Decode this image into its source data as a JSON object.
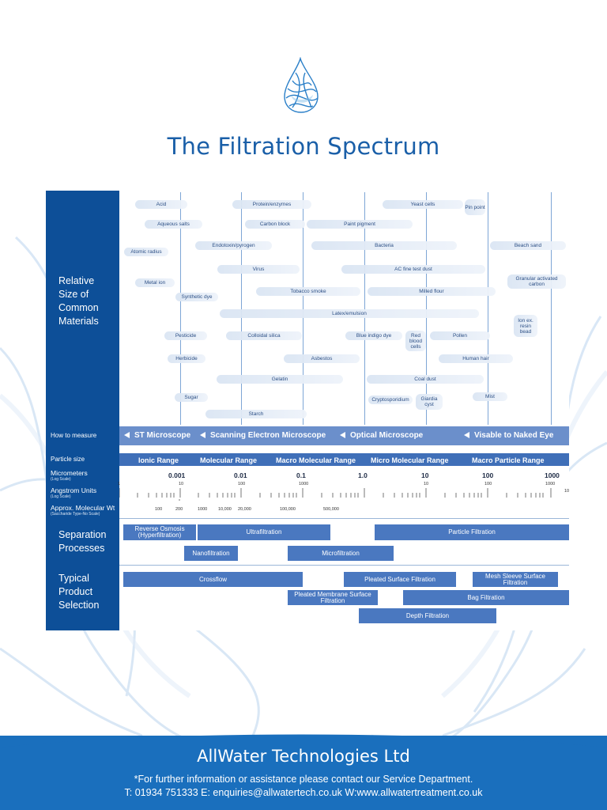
{
  "title": "The Filtration Spectrum",
  "sidebar": {
    "relative_size": [
      "Relative",
      "Size of",
      "Common",
      "Materials"
    ],
    "how_to_measure": "How to measure",
    "particle_size": "Particle size",
    "micrometers": "Micrometers",
    "micrometers_sub": "(Log Scale)",
    "angstrom": "Angstrom Units",
    "angstrom_sub": "(Log Scale)",
    "mol_wt": "Approx. Molecular Wt",
    "mol_wt_sub": "(Saccharide Type-No Scale)",
    "separation": [
      "Separation",
      "Processes"
    ],
    "typical": [
      "Typical",
      "Product",
      "Selection"
    ]
  },
  "materials": [
    "Acid",
    "Protein/enzymes",
    "Yeast cells",
    "Pin point",
    "Aqueous salts",
    "Carbon block",
    "Paint pigment",
    "Endotoxin/pyrogen",
    "Bacteria",
    "Beach sand",
    "Atomic radius",
    "Virus",
    "AC fine test dust",
    "Metal ion",
    "Granular activated carbon",
    "Tobacco smoke",
    "Milled flour",
    "Synthetic dye",
    "Latex/emulsion",
    "Ion ex. resin bead",
    "Pesticide",
    "Colloidal silica",
    "Blue indigo dye",
    "Red blood cells",
    "Pollen",
    "Herbicide",
    "Asbestos",
    "Human hair",
    "Gelatin",
    "Coal dust",
    "Sugar",
    "Cryptosporidium",
    "Giardia cyst",
    "Mist",
    "Starch"
  ],
  "measure": [
    "ST Microscope",
    "Scanning Electron Microscope",
    "Optical Microscope",
    "Visable to Naked Eye"
  ],
  "ranges": [
    "Ionic Range",
    "Molecular Range",
    "Macro Molecular Range",
    "Micro Molecular Range",
    "Macro Particle Range"
  ],
  "micrometers": [
    "0.001",
    "0.01",
    "0.1",
    "1.0",
    "10",
    "100",
    "1000"
  ],
  "angstrom_major": [
    "1",
    "10",
    "100",
    "1000",
    "10",
    "100",
    "1000",
    "10"
  ],
  "mol_wt": [
    "100",
    "200",
    "1000",
    "10,000",
    "20,000",
    "100,000",
    "500,000"
  ],
  "separation": [
    "Reverse Osmosis (Hyperfiltration)",
    "Ultrafiltration",
    "Particle Filtration",
    "Nanofiltration",
    "Microfiltration"
  ],
  "products": [
    "Crossflow",
    "Pleated Surface Filtration",
    "Mesh Sleeve Surface Filtration",
    "Pleated Membrane Surface Filtration",
    "Bag Filtration",
    "Depth Filtration"
  ],
  "footer": {
    "company": "AllWater Technologies Ltd",
    "line1": "*For further information or assistance please contact our Service Department.",
    "line2": "T: 01934 751333 E: enquiries@allwatertech.co.uk W:www.allwatertreatment.co.uk"
  },
  "colors": {
    "primary": "#0d4f98",
    "accent": "#4a78c0",
    "footer": "#1a6fbd",
    "title": "#1a5fa8"
  }
}
